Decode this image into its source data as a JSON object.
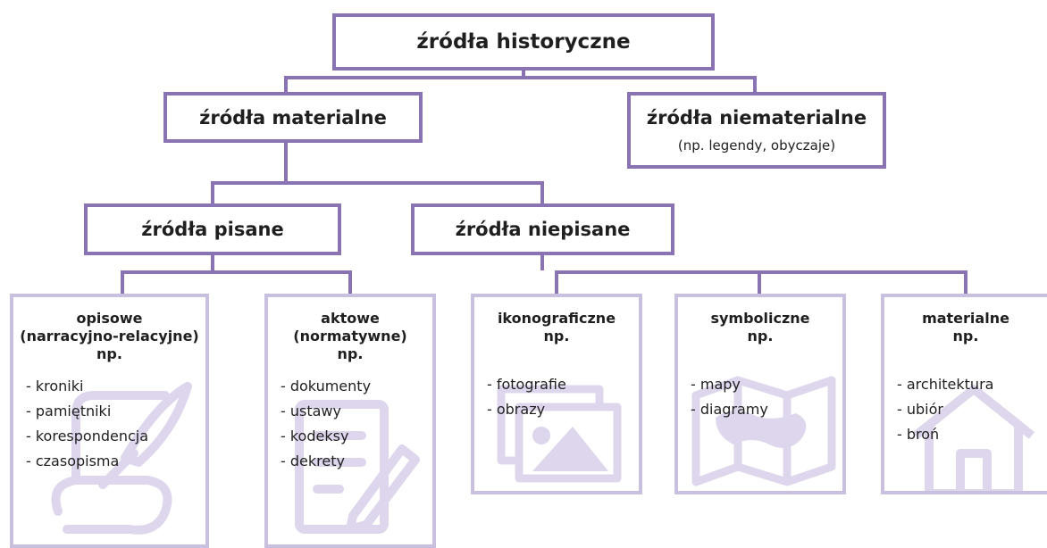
{
  "root": {
    "title": "źródła historyczne"
  },
  "material": {
    "title": "źródła materialne"
  },
  "immaterial": {
    "title": "źródła niematerialne",
    "subtitle": "(np. legendy, obyczaje)"
  },
  "written": {
    "title": "źródła pisane"
  },
  "unwritten": {
    "title": "źródła niepisane"
  },
  "leaves": [
    {
      "heading": [
        "opisowe",
        "(narracyjno-relacyjne)",
        "np."
      ],
      "items": [
        "- kroniki",
        "- pamiętniki",
        "- korespondencja",
        "- czasopisma"
      ],
      "icon": "scroll-quill-icon"
    },
    {
      "heading": [
        "aktowe",
        "(normatywne)",
        "np."
      ],
      "items": [
        "- dokumenty",
        "- ustawy",
        "- kodeksy",
        "- dekrety"
      ],
      "icon": "document-pencil-icon"
    },
    {
      "heading": [
        "ikonograficzne",
        "np."
      ],
      "items": [
        "- fotografie",
        "- obrazy"
      ],
      "icon": "pictures-icon"
    },
    {
      "heading": [
        "symboliczne",
        "np."
      ],
      "items": [
        "- mapy",
        "- diagramy"
      ],
      "icon": "map-icon"
    },
    {
      "heading": [
        "materialne",
        "np."
      ],
      "items": [
        "- architektura",
        "- ubiór",
        "- broń"
      ],
      "icon": "house-icon"
    }
  ],
  "colors": {
    "border": "#8a73b3",
    "leaf_border": "#c9bfdf",
    "icon": "#ddd6ec"
  }
}
